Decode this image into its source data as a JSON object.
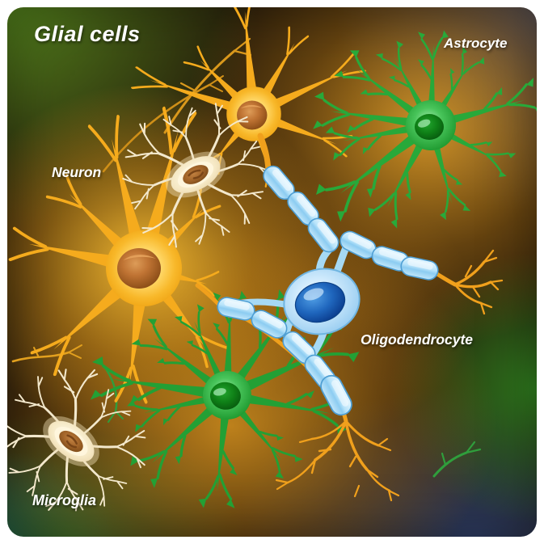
{
  "title": "Glial cells",
  "labels": {
    "astrocyte": "Astrocyte",
    "neuron": "Neuron",
    "oligodendrocyte": "Oligodendrocyte",
    "microglia": "Microglia"
  },
  "cell_types": [
    {
      "name": "Neuron",
      "color": "#f5ab1d"
    },
    {
      "name": "Astrocyte",
      "color": "#28a93a"
    },
    {
      "name": "Oligodendrocyte",
      "color": "#9ed4f1"
    },
    {
      "name": "Microglia",
      "color": "#f3e8cc"
    }
  ],
  "background_colors": {
    "base": "#251a0a",
    "glow_orange": "#e9a024",
    "corner_green_topleft": "#52801c",
    "corner_navy_topright": "#333f63",
    "corner_navy_bottomright": "#2c3a5f",
    "corner_teal_bottomleft": "#1a5a70",
    "myelin_blue": "#9ed4f1",
    "nucleus_blue": "#1f66bd"
  }
}
